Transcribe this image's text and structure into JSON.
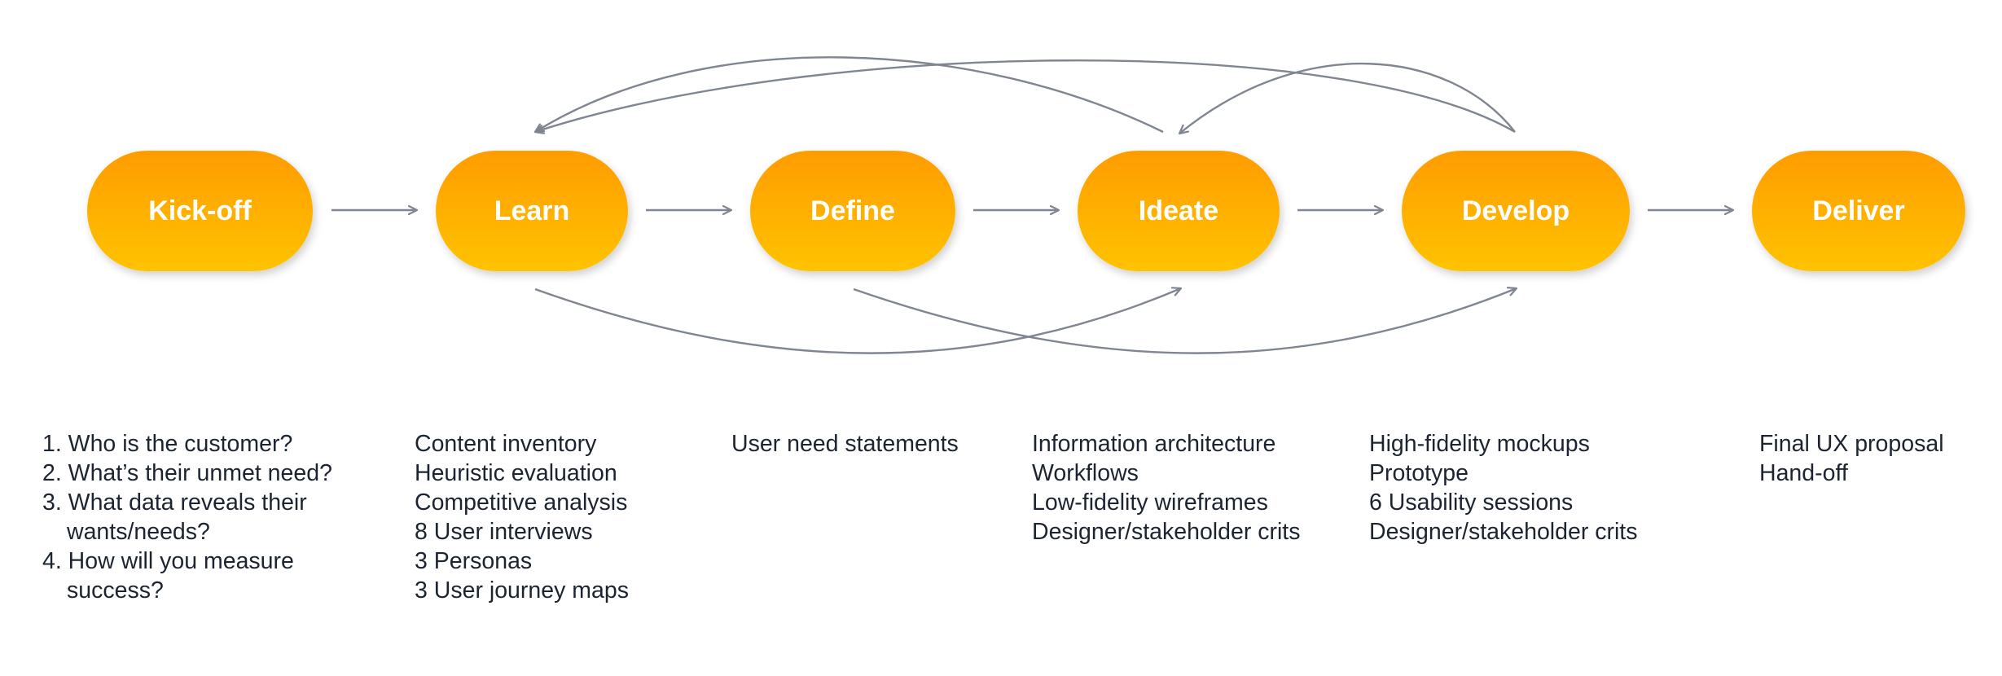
{
  "stages": [
    {
      "id": "kickoff",
      "label": "Kick-off"
    },
    {
      "id": "learn",
      "label": "Learn"
    },
    {
      "id": "define",
      "label": "Define"
    },
    {
      "id": "ideate",
      "label": "Ideate"
    },
    {
      "id": "develop",
      "label": "Develop"
    },
    {
      "id": "deliver",
      "label": "Deliver"
    }
  ],
  "colors": {
    "pill_top": "#ff9c00",
    "pill_bottom": "#ffc300",
    "arrow": "#7f8591",
    "text": "#1c2431"
  },
  "details": {
    "kickoff": [
      "1. Who is the customer?",
      "2. What’s their unmet need?",
      "3. What data reveals their wants/needs?",
      "4. How will you measure success?"
    ],
    "learn": [
      "Content inventory",
      "Heuristic evaluation",
      "Competitive analysis",
      "8 User interviews",
      "3 Personas",
      "3 User journey maps"
    ],
    "define": [
      "User need statements"
    ],
    "ideate": [
      "Information architecture",
      "Workflows",
      "Low-fidelity wireframes",
      "Designer/stakeholder crits"
    ],
    "develop": [
      "High-fidelity mockups",
      "Prototype",
      "6 Usability sessions",
      "Designer/stakeholder crits"
    ],
    "deliver": [
      "Final UX proposal",
      "Hand-off"
    ]
  },
  "flows": [
    {
      "from": "kickoff",
      "to": "learn",
      "kind": "forward"
    },
    {
      "from": "learn",
      "to": "define",
      "kind": "forward"
    },
    {
      "from": "define",
      "to": "ideate",
      "kind": "forward"
    },
    {
      "from": "ideate",
      "to": "develop",
      "kind": "forward"
    },
    {
      "from": "develop",
      "to": "deliver",
      "kind": "forward"
    },
    {
      "from": "ideate",
      "to": "learn",
      "kind": "loop-back"
    },
    {
      "from": "develop",
      "to": "learn",
      "kind": "loop-back"
    },
    {
      "from": "develop",
      "to": "ideate",
      "kind": "loop-back"
    },
    {
      "from": "learn",
      "to": "ideate",
      "kind": "skip-forward"
    },
    {
      "from": "define",
      "to": "develop",
      "kind": "skip-forward"
    }
  ]
}
